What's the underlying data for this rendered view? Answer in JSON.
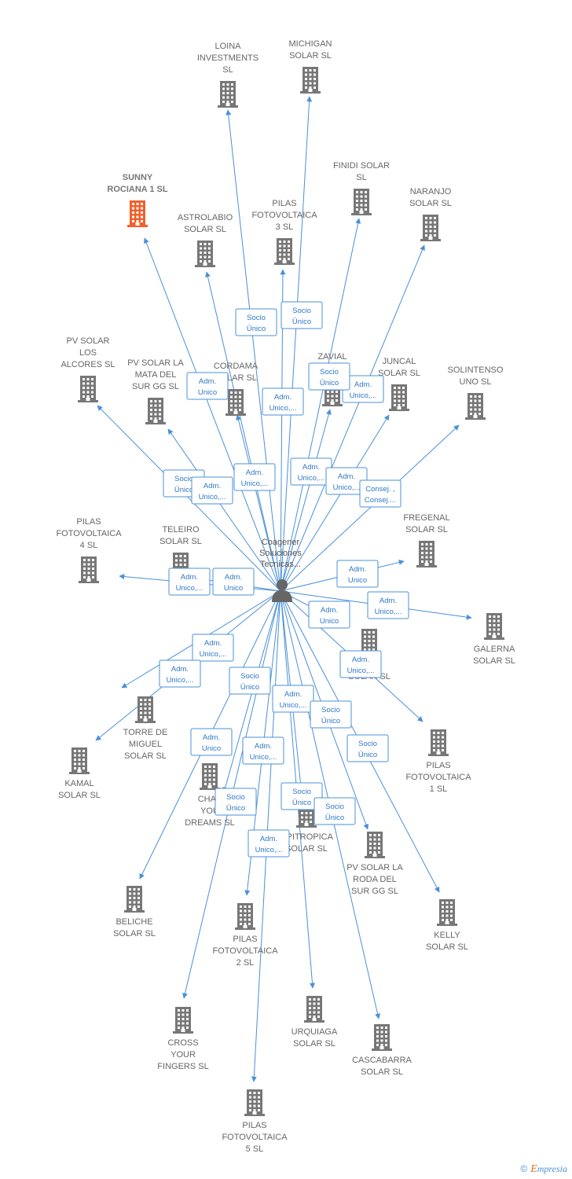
{
  "center": {
    "name": "Coagener\nSoluciones\nTecnicas...",
    "icon": "person-icon"
  },
  "colors": {
    "edge": "#4a90d9",
    "building": "#777777",
    "highlight": "#f0612e"
  },
  "nodes": [
    {
      "id": "loina",
      "name": "LOINA\nINVESTMENTS\nSL",
      "highlight": false
    },
    {
      "id": "michigan",
      "name": "MICHIGAN\nSOLAR  SL",
      "highlight": false
    },
    {
      "id": "sunny",
      "name": "SUNNY\nROCIANA 1  SL",
      "highlight": true
    },
    {
      "id": "finidi",
      "name": "FINIDI SOLAR\nSL",
      "highlight": false
    },
    {
      "id": "naranjo",
      "name": "NARANJO\nSOLAR  SL",
      "highlight": false
    },
    {
      "id": "astrolabio",
      "name": "ASTROLABIO\nSOLAR  SL",
      "highlight": false
    },
    {
      "id": "pilas3",
      "name": "PILAS\nFOTOVOLTAICA\n3  SL",
      "highlight": false
    },
    {
      "id": "pvalcores",
      "name": "PV SOLAR\nLOS\nALCORES  SL",
      "highlight": false
    },
    {
      "id": "pvmata",
      "name": "PV SOLAR LA\nMATA DEL\nSUR GG  SL",
      "highlight": false
    },
    {
      "id": "cordama",
      "name": "CORDAMA\nSOLAR  SL",
      "highlight": false
    },
    {
      "id": "zavial",
      "name": "ZAVIAL\nSL",
      "highlight": false
    },
    {
      "id": "juncal",
      "name": "JUNCAL\nSOLAR  SL",
      "highlight": false
    },
    {
      "id": "solintenso",
      "name": "SOLINTENSO\nUNO  SL",
      "highlight": false
    },
    {
      "id": "pilas4",
      "name": "PILAS\nFOTOVOLTAICA\n4  SL",
      "highlight": false
    },
    {
      "id": "teleiro",
      "name": "TELEIRO\nSOLAR  SL",
      "highlight": false
    },
    {
      "id": "fregenal",
      "name": "FREGENAL\nSOLAR  SL",
      "highlight": false
    },
    {
      "id": "galerna",
      "name": "GALERNA\nSOLAR  SL",
      "highlight": false
    },
    {
      "id": "hiddena",
      "name": "A\nSOLAR  SL",
      "highlight": false
    },
    {
      "id": "torre",
      "name": "TORRE DE\nMIGUEL\nSOLAR  SL",
      "highlight": false
    },
    {
      "id": "kamal",
      "name": "KAMAL\nSOLAR  SL",
      "highlight": false
    },
    {
      "id": "pilas1",
      "name": "PILAS\nFOTOVOLTAICA\n1  SL",
      "highlight": false
    },
    {
      "id": "chase",
      "name": "CHAS\nYOU\nDREAMS  SL",
      "highlight": false
    },
    {
      "id": "tropica",
      "name": "OPITROPICA\nSOLAR  SL",
      "highlight": false
    },
    {
      "id": "pvroda",
      "name": "PV SOLAR LA\nRODA DEL\nSUR GG  SL",
      "highlight": false
    },
    {
      "id": "beliche",
      "name": "BELICHE\nSOLAR  SL",
      "highlight": false
    },
    {
      "id": "kelly",
      "name": "KELLY\nSOLAR  SL",
      "highlight": false
    },
    {
      "id": "pilas2",
      "name": "PILAS\nFOTOVOLTAICA\n2  SL",
      "highlight": false
    },
    {
      "id": "urquiaga",
      "name": "URQUIAGA\nSOLAR  SL",
      "highlight": false
    },
    {
      "id": "cross",
      "name": "CROSS\nYOUR\nFINGERS  SL",
      "highlight": false
    },
    {
      "id": "cascabarra",
      "name": "CASCABARRA\nSOLAR  SL",
      "highlight": false
    },
    {
      "id": "pilas5",
      "name": "PILAS\nFOTOVOLTAICA\n5  SL",
      "highlight": false
    }
  ],
  "edges": [
    {
      "target": "loina",
      "label": ""
    },
    {
      "target": "michigan",
      "label": "Socio\nÚnico"
    },
    {
      "target": "sunny",
      "label": "Adm.\nUnico"
    },
    {
      "target": "finidi",
      "label": "Adm.\nUnico,..."
    },
    {
      "target": "naranjo",
      "label": "Adm.\nUnico,..."
    },
    {
      "target": "astrolabio",
      "label": "Socio\nÚnico"
    },
    {
      "target": "pilas3",
      "label": "Adm.\nUnico,..."
    },
    {
      "target": "pvalcores",
      "label": "Socio\nÚnico"
    },
    {
      "target": "pvmata",
      "label": "Adm.\nUnico,..."
    },
    {
      "target": "cordama",
      "label": "Adm.\nUnico,..."
    },
    {
      "target": "zavial",
      "label": "Socio\nÚnico"
    },
    {
      "target": "juncal",
      "label": "Adm.\nUnico,..."
    },
    {
      "target": "solintenso",
      "label": "Consej. ,\nConsej...."
    },
    {
      "target": "pilas4",
      "label": "Adm.\nUnico,..."
    },
    {
      "target": "teleiro",
      "label": "Adm.\nUnico"
    },
    {
      "target": "fregenal",
      "label": "Adm.\nUnico"
    },
    {
      "target": "galerna",
      "label": "Adm.\nUnico,..."
    },
    {
      "target": "hiddena",
      "label": "Adm.\nUnico"
    },
    {
      "target": "torre",
      "label": "Adm.\nUnico,..."
    },
    {
      "target": "kamal",
      "label": "Adm.\nUnico,..."
    },
    {
      "target": "pilas1",
      "label": "Adm.\nUnico,..."
    },
    {
      "target": "chase",
      "label": "Socio\nÚnico"
    },
    {
      "target": "tropica",
      "label": "Adm.\nUnico,..."
    },
    {
      "target": "pvroda",
      "label": "Socio\nÚnico"
    },
    {
      "target": "beliche",
      "label": "Adm.\nUnico"
    },
    {
      "target": "kelly",
      "label": "Socio\nÚnico"
    },
    {
      "target": "pilas2",
      "label": "Adm.\nUnico,..."
    },
    {
      "target": "urquiaga",
      "label": "Socio\nÚnico"
    },
    {
      "target": "cross",
      "label": "Socio\nÚnico"
    },
    {
      "target": "cascabarra",
      "label": "Socio\nÚnico"
    },
    {
      "target": "pilas5",
      "label": "Adm.\nUnico,..."
    }
  ],
  "footer": {
    "copyright": "©",
    "brand_first": "E",
    "brand_rest": "mpresia"
  }
}
